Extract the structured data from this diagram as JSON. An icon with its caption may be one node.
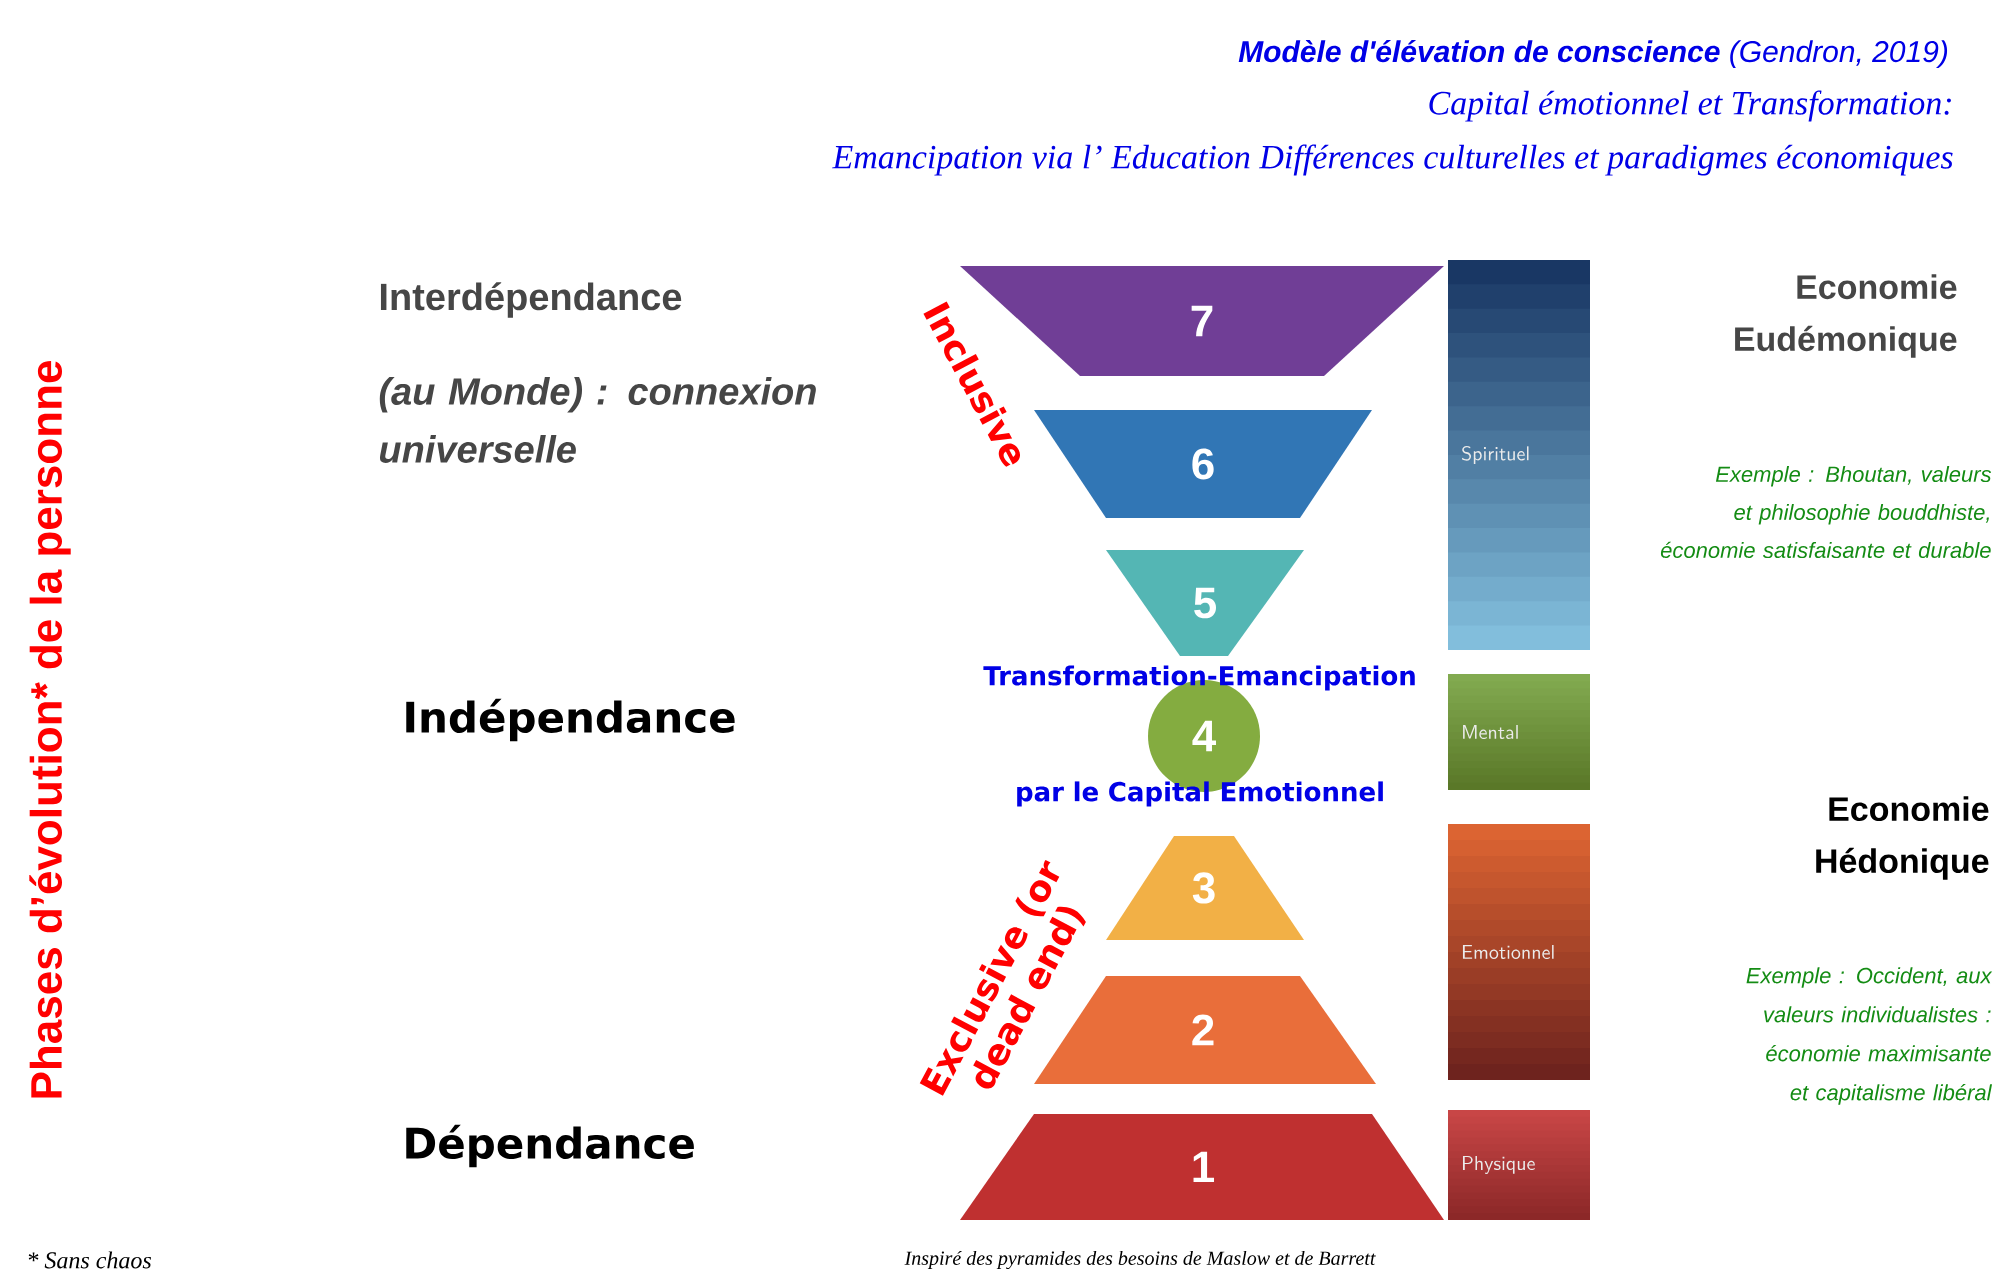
{
  "diagram": {
    "title": "**Modèle d'élévation de conscience** (Gendron, 2019)",
    "nodes": [
      {
        "text": [
          "7"
        ]
      },
      {
        "text": [
          "6"
        ]
      },
      {
        "text": [
          "5"
        ]
      },
      {
        "text": [
          "4"
        ]
      },
      {
        "text": [
          "3"
        ]
      },
      {
        "text": [
          "2"
        ]
      },
      {
        "text": [
          "1"
        ]
      },
      {
        "text": [
          "Spirituel"
        ]
      },
      {
        "text": [
          "Mental"
        ]
      },
      {
        "text": [
          "Emotionnel"
        ]
      },
      {
        "text": [
          "Physique"
        ]
      }
    ],
    "labels": [
      "Capital émotionnel et Transformation:",
      "Emancipation via l’ Education Différences culturelles et paradigmes économiques",
      "Phases d’évolution* de la personne",
      "Interdépendance",
      "(au Monde) : connexion universelle",
      "Inclusive",
      "Indépendance",
      "Transformation-Emancipation par le Capital Emotionnel",
      "Exclusive (or dead end)",
      "Dépendance",
      "Economie Eudémonique",
      "Exemple : Bhoutan, valeurs et philosophie  bouddhiste, économie satisfaisante et durable",
      "Economie Hédonique",
      "Exemple : Occident, aux valeurs individualistes : économie maximisante et capitalisme libéral",
      "* Sans chaos",
      "Inspiré des pyramides des besoins de Maslow et de Barrett"
    ]
  }
}
